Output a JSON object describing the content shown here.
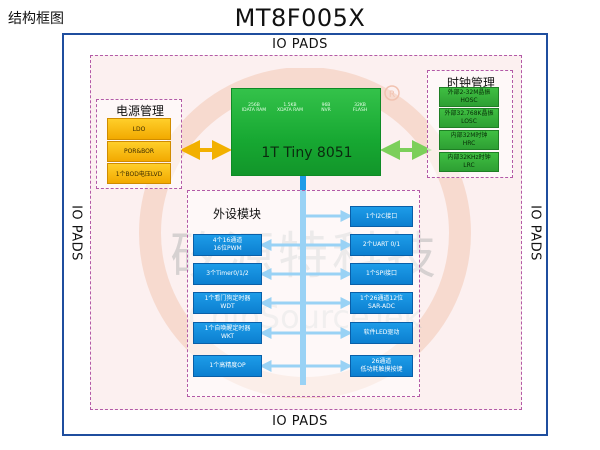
{
  "header": {
    "page_label": "结构框图",
    "chip_title": "MT8F005X"
  },
  "io_pads": {
    "top": "IO PADS",
    "bottom": "IO PADS",
    "left": "IO PADS",
    "right": "IO PADS"
  },
  "power": {
    "title": "电源管理",
    "items": [
      "LDO",
      "POR&BOR",
      "1个BOD电压LVD"
    ]
  },
  "clock": {
    "title": "时钟管理",
    "items": [
      {
        "line1": "外部2-32M晶振",
        "line2": "HOSC"
      },
      {
        "line1": "外部32.768K晶振",
        "line2": "LOSC"
      },
      {
        "line1": "内部32M时钟",
        "line2": "HRC"
      },
      {
        "line1": "内部32KHz时钟",
        "line2": "LRC"
      }
    ]
  },
  "core": {
    "name": "1T Tiny 8051",
    "memories": [
      {
        "line1": "256B",
        "line2": "IDATA RAM"
      },
      {
        "line1": "1.5KB",
        "line2": "XDATA RAM"
      },
      {
        "line1": "96B",
        "line2": "NVR"
      },
      {
        "line1": "32KB",
        "line2": "FLASH"
      }
    ]
  },
  "peripherals": {
    "title": "外设模块",
    "left": [
      {
        "line1": "4个16通道",
        "line2": "16位PWM"
      },
      {
        "line1": "3个Timer0/1/2",
        "line2": ""
      },
      {
        "line1": "1个看门狗定时器",
        "line2": "WDT"
      },
      {
        "line1": "1个自唤醒定时器",
        "line2": "WKT"
      },
      {
        "line1": "1个高精度OP",
        "line2": ""
      }
    ],
    "right": [
      {
        "line1": "1个I2C接口",
        "line2": ""
      },
      {
        "line1": "2个UART 0/1",
        "line2": ""
      },
      {
        "line1": "1个SPI接口",
        "line2": ""
      },
      {
        "line1": "1个26通道12位",
        "line2": "SAR-ADC"
      },
      {
        "line1": "软件LED驱动",
        "line2": ""
      },
      {
        "line1": "26通道",
        "line2": "低功耗触摸按键"
      }
    ]
  },
  "watermark": {
    "line1": "矽源特科技",
    "line2": "ChipSourceTek"
  },
  "colors": {
    "outline": "#1f4e9e",
    "dashed": "#b35aa7",
    "core_green": "#17a832",
    "bus_blue": "#1d9ce8",
    "power_yellow": "#f2a900",
    "clock_green": "#3fbf42"
  }
}
